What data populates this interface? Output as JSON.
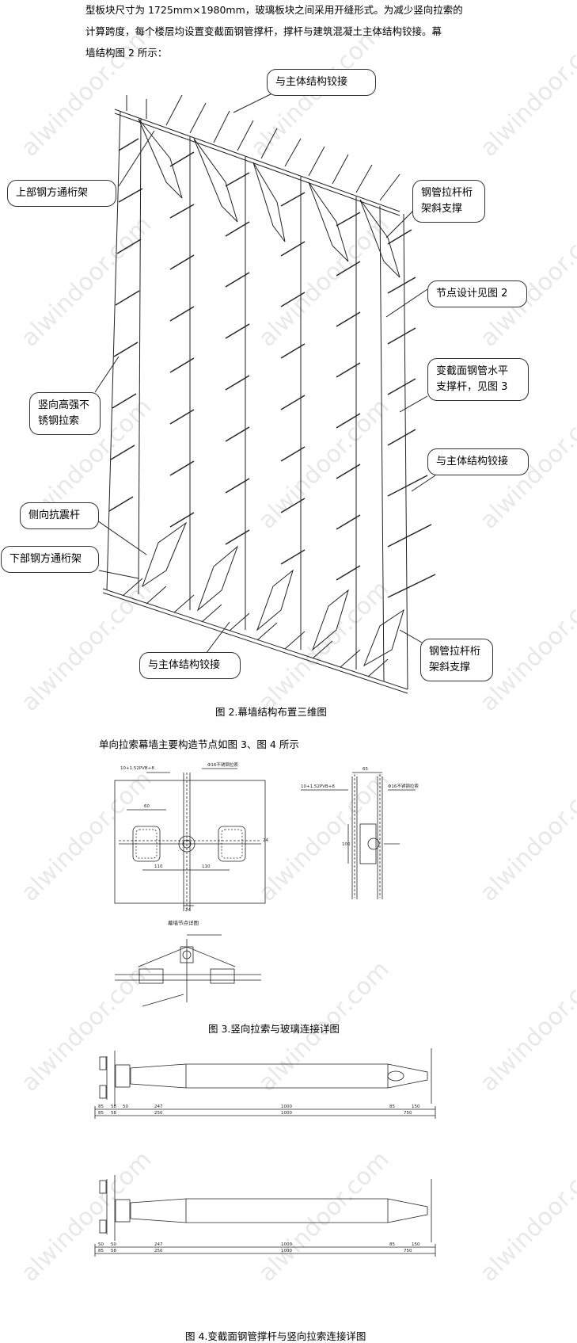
{
  "intro": {
    "line1": "型板块尺寸为 1725mm×1980mm，玻璃板块之间采用开缝形式。为减少竖向拉索的",
    "line2": "计算跨度，每个楼层均设置变截面钢管撑杆，撑杆与建筑混凝土主体结构铰接。幕",
    "line3": "墙结构图 2 所示："
  },
  "figure2": {
    "caption": "图 2.幕墙结构布置三维图",
    "callouts": {
      "top_hinge": "与主体结构铰接",
      "upper_truss": "上部钢方通桁架",
      "diag_brace_top_1": "钢管拉杆桁",
      "diag_brace_top_2": "架斜支撑",
      "node_design": "节点设计见图 2",
      "var_strut_1": "变截面钢管水平",
      "var_strut_2": "支撑杆，见图 3",
      "vertical_cable_1": "竖向高强不",
      "vertical_cable_2": "锈钢拉索",
      "right_hinge": "与主体结构铰接",
      "lateral_seismic": "侧向抗震杆",
      "lower_truss": "下部钢方通桁架",
      "bottom_hinge": "与主体结构铰接",
      "diag_brace_bot_1": "钢管拉杆桁",
      "diag_brace_bot_2": "架斜支撑"
    }
  },
  "mid_text": "单向拉索幕墙主要构造节点如图 3、图 4 所示",
  "figure3": {
    "caption": "图 3.竖向拉索与玻璃连接详图",
    "glass_spec": "10+1.52PVB+8",
    "cable_spec": "Φ16不锈钢拉索",
    "dim_60": "60",
    "dim_110a": "110",
    "dim_110b": "110",
    "dim_24a": "24",
    "dim_24b": "24",
    "dim_65": "65",
    "dim_100": "100",
    "sub_title": "幕墙节点详图",
    "glass_spec_b": "10+1.52PVB+8",
    "cable_spec_b": "Φ16不锈钢拉索"
  },
  "figure4": {
    "caption": "图 4.变截面钢管撑杆与竖向拉索连接详图",
    "dims_top": [
      "85",
      "58",
      "50",
      "247",
      "1000",
      "85",
      "150"
    ],
    "dims_top2": [
      "85",
      "58",
      "250",
      "1000",
      "750"
    ],
    "dims_bot": [
      "50",
      "50",
      "247",
      "1000",
      "85",
      "150"
    ],
    "dims_bot2": [
      "85",
      "58",
      "250",
      "1000",
      "750"
    ]
  },
  "watermark": "alwindoor.com"
}
